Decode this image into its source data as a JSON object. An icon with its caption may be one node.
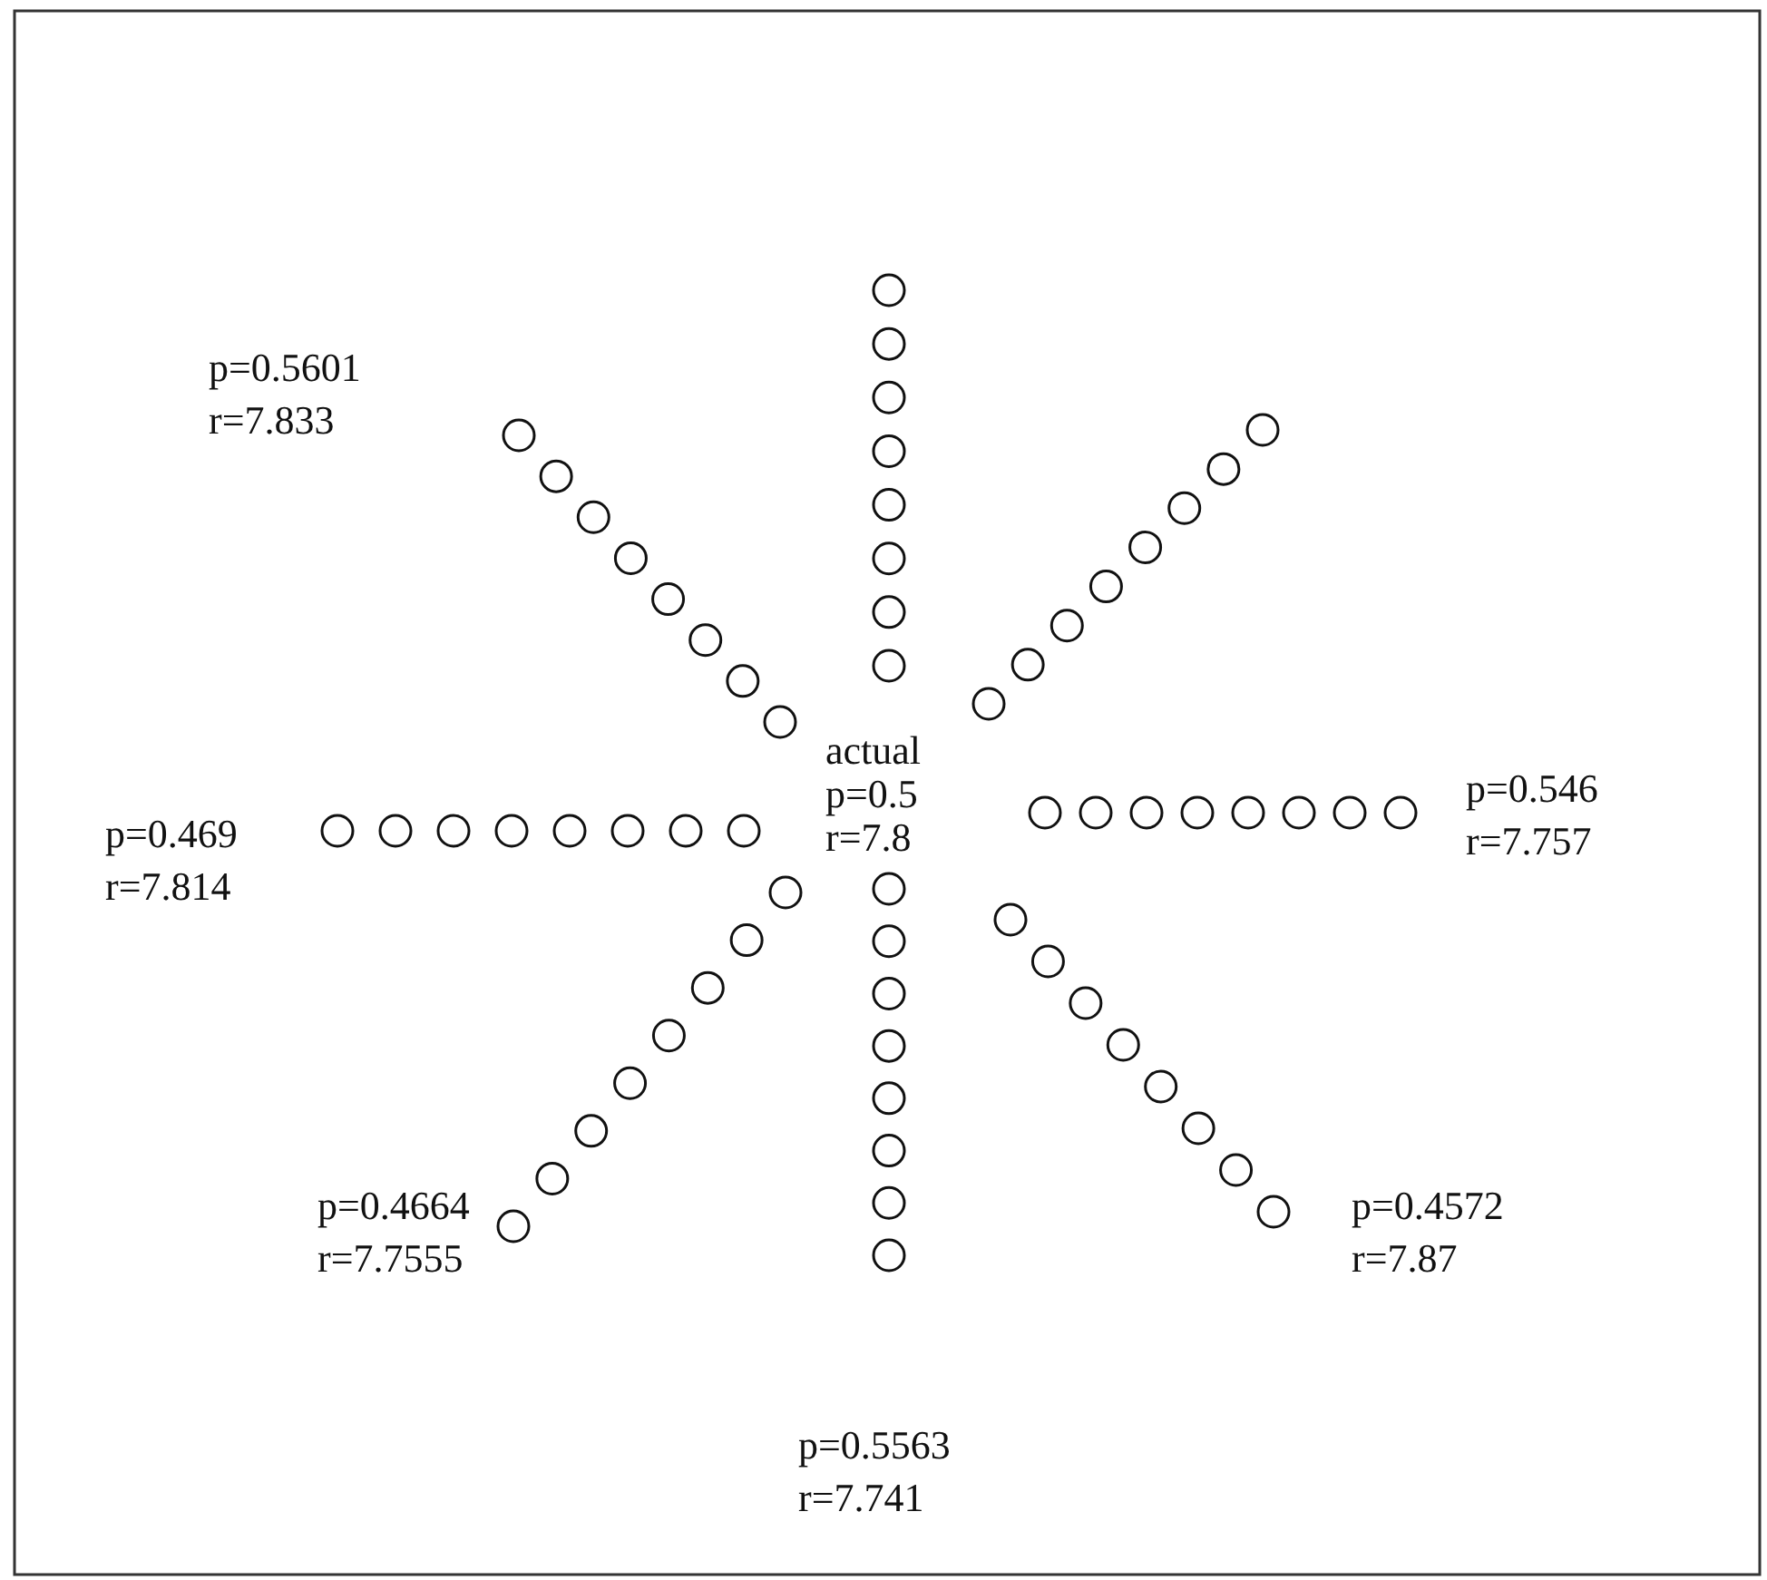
{
  "diagram": {
    "labels": [
      "p=0.5601 r=7.833",
      "p=0.469 r=7.814",
      "actual p=0.5 r=7.8",
      "p=0.546 r=7.757",
      "p=0.4664 r=7.7555",
      "p=0.4572 r=7.87",
      "p=0.5563 r=7.741"
    ]
  }
}
